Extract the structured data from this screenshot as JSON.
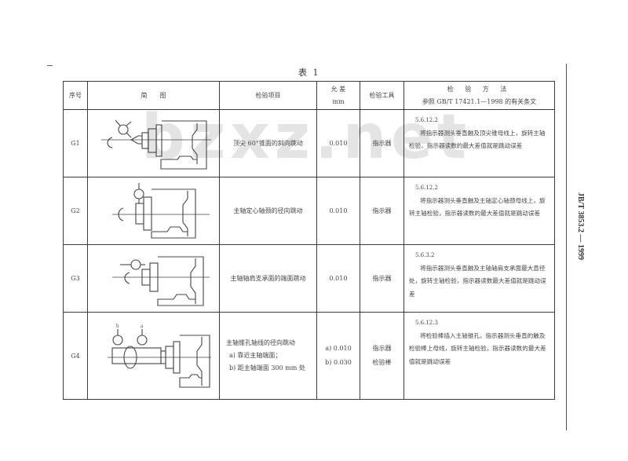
{
  "document": {
    "table_caption": "表 1",
    "standard_code": "JB/T 3853.2 — 1999",
    "watermark": "bzxz.net"
  },
  "table": {
    "headers": {
      "seq": "序号",
      "sketch": "简　　图",
      "item": "检验项目",
      "tolerance_line1": "允 差",
      "tolerance_line2": "mm",
      "tool": "检验工具",
      "method_line1": "检 验 方 法",
      "method_line2": "参照 GB/T 17421.1—1998 的有关条文"
    },
    "rows": [
      {
        "seq": "G1",
        "sketch_icon": "spindle-taper-dial-gauge-diagram",
        "item": "顶尖 60°锥面的斜向跳动",
        "tolerance": "0.010",
        "tool": "指示器",
        "method_ref": "5.6.12.2",
        "method_text": "将指示器测头垂直触及顶尖锥母线上，旋转主轴检验，指示器读数的最大差值就是跳动误差"
      },
      {
        "seq": "G2",
        "sketch_icon": "spindle-journal-dial-gauge-diagram",
        "item": "主轴定心轴颈的径向跳动",
        "tolerance": "0.010",
        "tool": "指示器",
        "method_ref": "5.6.12.2",
        "method_text": "将指示器测头垂直触及主轴定心轴颈母线上，旋转主轴检验，指示器读数的最大差值就是跳动误差"
      },
      {
        "seq": "G3",
        "sketch_icon": "spindle-shoulder-face-dial-gauge-diagram",
        "item": "主轴轴肩支承面的端面跳动",
        "tolerance": "0.010",
        "tool": "指示器",
        "method_ref": "5.6.3.2",
        "method_text": "将指示器测头垂直触及主轴轴肩支承面最大直径处，旋转主轴检验，指示器读数最大差值就是跳动误差"
      },
      {
        "seq": "G4",
        "sketch_icon": "spindle-taper-bore-test-bar-diagram",
        "sketch_labels": [
          "b",
          "a"
        ],
        "item": "主轴锥孔轴线的径向跳动",
        "item_sub_a": "a) 靠近主轴端面；",
        "item_sub_b": "b) 距主轴端面 300 mm 处",
        "tolerance_a": "a) 0.010",
        "tolerance_b": "b) 0.030",
        "tool_line1": "指示器",
        "tool_line2": "检验棒",
        "method_ref": "5.6.12.3",
        "method_text": "将检验棒插入主轴锥孔，指示器测头垂直的触及检验棒上母线，旋转主轴检验，指示器读数的最大差值就是跳动误差"
      }
    ]
  },
  "colors": {
    "rule": "#3a3a3a",
    "text": "#444444",
    "watermark": "#cdcdcd"
  }
}
